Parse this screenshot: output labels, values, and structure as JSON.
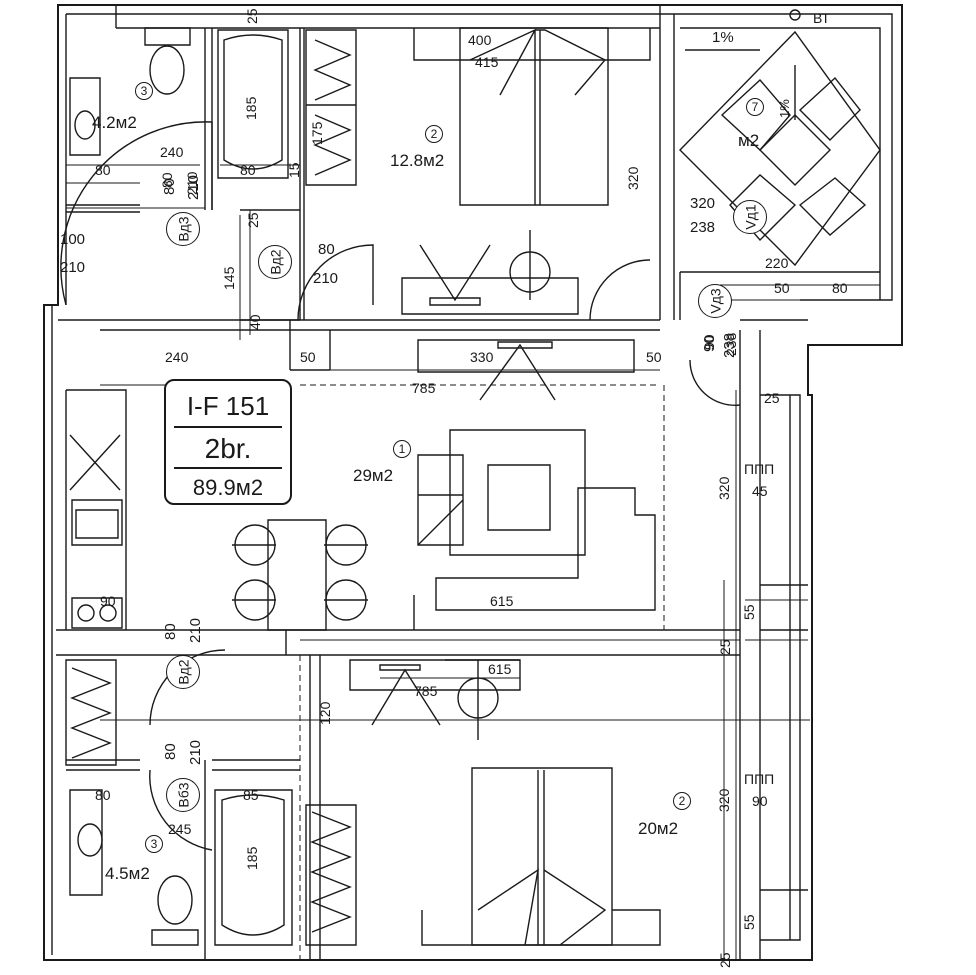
{
  "apartment": {
    "id": "I-F 151",
    "type": "2br.",
    "total_area": "89.9м2"
  },
  "rooms": {
    "living": {
      "number": "1",
      "area": "29м2"
    },
    "bedroom_top": {
      "number": "2",
      "area": "12.8м2"
    },
    "bedroom_bottom": {
      "number": "2",
      "area": "20м2"
    },
    "bath_top": {
      "number": "3",
      "area": "4.2м2"
    },
    "bath_bottom": {
      "number": "3",
      "area": "4.5м2"
    },
    "terrace": {
      "number": "7",
      "area": "м2",
      "slope_h": "1%",
      "slope_v": "1%"
    }
  },
  "doors": {
    "bath_top": {
      "code": "Вд3",
      "width": "80",
      "height": "210"
    },
    "bedroom_top": {
      "code": "Вд2",
      "width": "80",
      "height": "210"
    },
    "bedroom_bottom": {
      "code": "Вд2",
      "width": "80",
      "height": "210"
    },
    "bath_bottom": {
      "code": "Вб3",
      "width": "80",
      "height": "210"
    },
    "entrance": {
      "width": "100",
      "height": "210"
    },
    "terrace_side": {
      "code": "Vд3",
      "width": "90",
      "height": "238"
    },
    "terrace_front": {
      "code": "Vд1",
      "width": "320",
      "height": "238"
    }
  },
  "windows": {
    "top": {
      "label": "ППП",
      "value": "45"
    },
    "bottom": {
      "label": "ППП",
      "value": "90"
    }
  },
  "dims": [
    "25",
    "400",
    "415",
    "185",
    "175",
    "80",
    "80",
    "15",
    "240",
    "80",
    "210",
    "25",
    "145",
    "40",
    "320",
    "220",
    "50",
    "80",
    "240",
    "50",
    "330",
    "50",
    "785",
    "90",
    "238",
    "25",
    "320",
    "55",
    "25",
    "615",
    "90",
    "785",
    "615",
    "120",
    "320",
    "85",
    "80",
    "185",
    "245",
    "55",
    "25"
  ],
  "labels": {
    "vt": "ВТ"
  }
}
